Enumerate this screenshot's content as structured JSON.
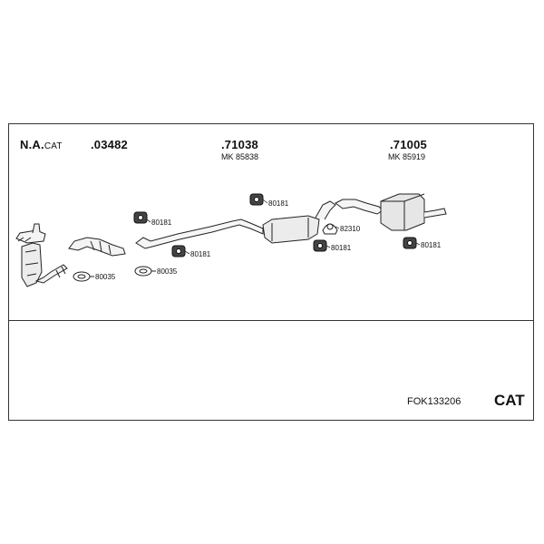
{
  "header": {
    "na_label": "N.A.",
    "na_suffix": "CAT",
    "part_a": ".03482",
    "part_b": ".71038",
    "part_b_mk": "MK  85838",
    "part_c": ".71005",
    "part_c_mk": "MK  85919"
  },
  "callouts": {
    "mount1": "80181",
    "mount2": "80181",
    "mount3": "80181",
    "mount4": "80181",
    "mount5": "80181",
    "gasket1": "80035",
    "gasket2": "80035",
    "clamp": "82310"
  },
  "footer": {
    "kit_code": "FOK133206",
    "category": "CAT"
  }
}
